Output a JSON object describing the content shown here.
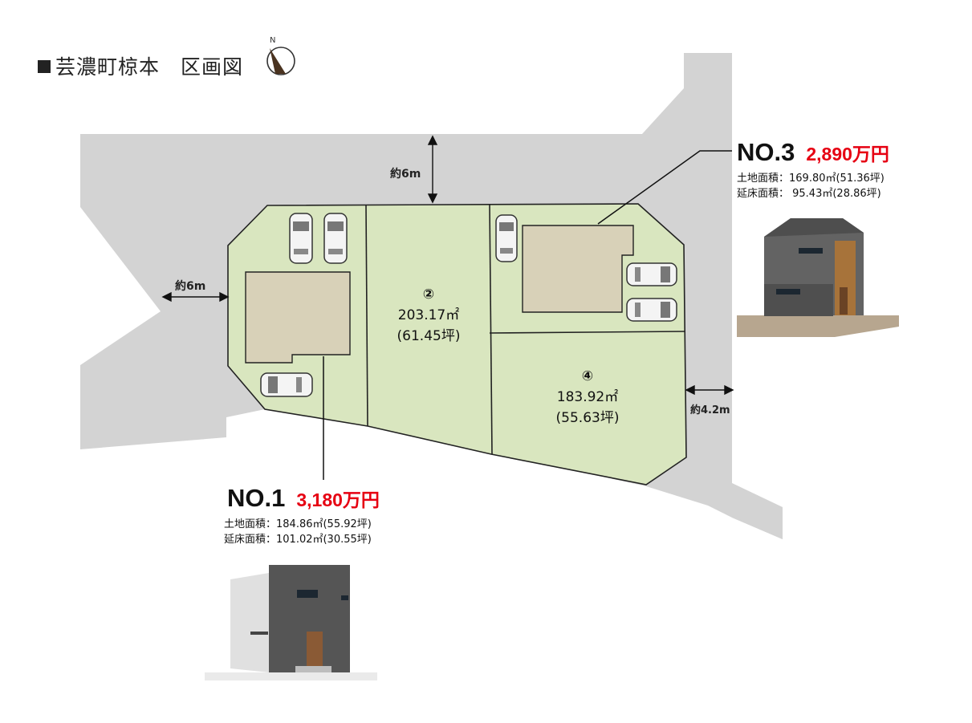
{
  "title": "芸濃町椋本　区画図",
  "compass": {
    "label": "N",
    "icon": "north-arrow-icon"
  },
  "roads": {
    "top_width": "約6m",
    "left_width": "約6m",
    "right_width": "約4.2m"
  },
  "lots": [
    {
      "id": "lot-2",
      "number": "②",
      "area": "203.17㎡",
      "tsubo": "(61.45坪)"
    },
    {
      "id": "lot-4",
      "number": "④",
      "area": "183.92㎡",
      "tsubo": "(55.63坪)"
    }
  ],
  "listings": {
    "no1": {
      "label": "NO.1",
      "price": "3,180万円",
      "land": "土地面積：184.86㎡(55.92坪)",
      "floor": "延床面積：101.02㎡(30.55坪)"
    },
    "no3": {
      "label": "NO.3",
      "price": "2,890万円",
      "land": "土地面積：169.80㎡(51.36坪)",
      "floor": "延床面積：  95.43㎡(28.86坪)"
    }
  },
  "colors": {
    "road": "#d3d3d3",
    "lot_fill": "#d9e6bf",
    "house_fill": "#d8d1b8",
    "price": "#e60012",
    "outline": "#222222"
  }
}
